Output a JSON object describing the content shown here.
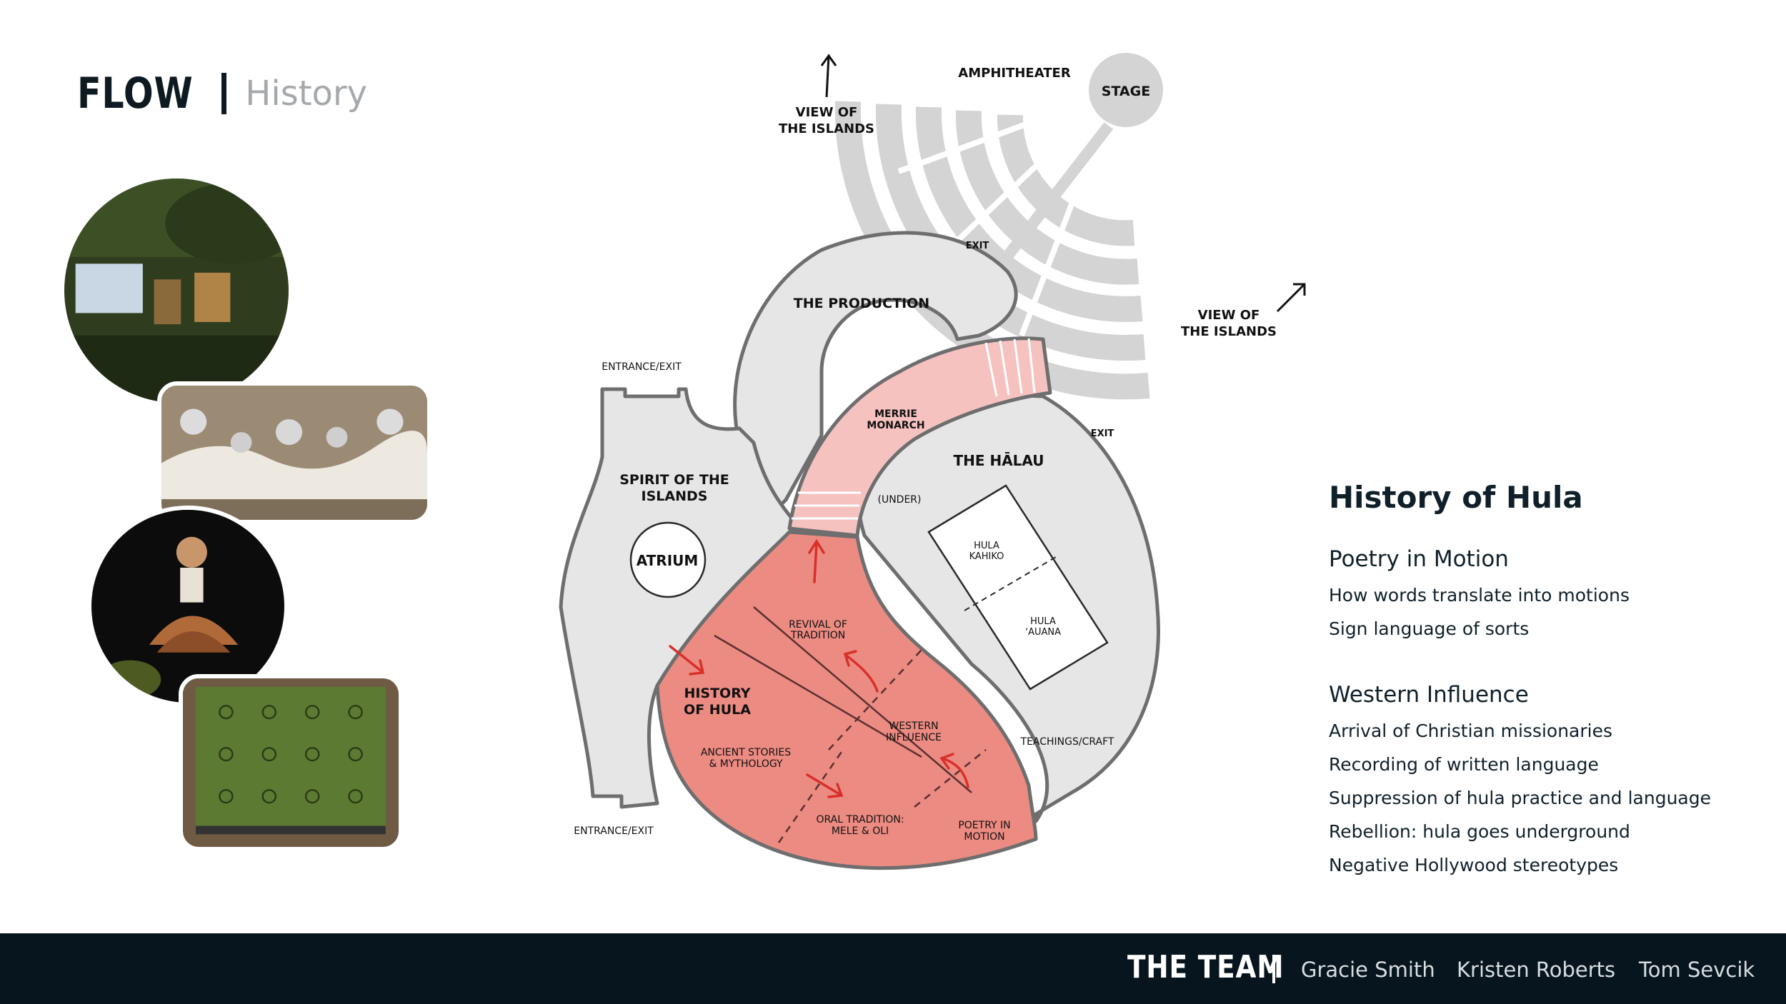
{
  "header": {
    "title": "FLOW",
    "subtitle": "History"
  },
  "map": {
    "labels": {
      "view_islands_1a": "VIEW OF",
      "view_islands_1b": "THE ISLANDS",
      "view_islands_2a": "VIEW OF",
      "view_islands_2b": "THE ISLANDS",
      "amphitheater": "AMPHITHEATER",
      "stage": "STAGE",
      "exit_top": "EXIT",
      "exit_right": "EXIT",
      "production": "THE PRODUCTION",
      "entrance_top": "ENTRANCE/EXIT",
      "entrance_bottom": "ENTRANCE/EXIT",
      "spirit_a": "SPIRIT OF THE",
      "spirit_b": "ISLANDS",
      "atrium": "ATRIUM",
      "merrie_a": "MERRIE",
      "merrie_b": "MONARCH",
      "under": "(UNDER)",
      "halau": "THE HĀLAU",
      "kahiko_a": "HULA",
      "kahiko_b": "KAHIKO",
      "auana_a": "HULA",
      "auana_b": "ʻAUANA",
      "revival_a": "REVIVAL OF",
      "revival_b": "TRADITION",
      "history_a": "HISTORY",
      "history_b": "OF HULA",
      "western_a": "WESTERN",
      "western_b": "INFLUENCE",
      "ancient_a": "ANCIENT STORIES",
      "ancient_b": "& MYTHOLOGY",
      "oral_a": "ORAL TRADITION:",
      "oral_b": "MELE & OLI",
      "poetry_a": "POETRY IN",
      "poetry_b": "MOTION",
      "teachings": "TEACHINGS/CRAFT"
    },
    "colors": {
      "zone": "#e6e6e7",
      "history": "#ec8b82",
      "merrie": "#f5c2c0",
      "arrow": "#d9302a",
      "amphi": "#d4d4d4"
    }
  },
  "info": {
    "title": "History of Hula",
    "sections": [
      {
        "heading": "Poetry in Motion",
        "items": [
          "How words translate into motions",
          "Sign language of sorts"
        ]
      },
      {
        "heading": "Western Influence",
        "items": [
          "Arrival of Christian missionaries",
          "Recording of written language",
          "Suppression of hula practice and language",
          "Rebellion: hula goes underground",
          "Negative Hollywood stereotypes"
        ]
      }
    ]
  },
  "footer": {
    "team_label": "THE TEAM",
    "members": [
      "Gracie Smith",
      "Kristen Roberts",
      "Tom Sevcik"
    ]
  }
}
